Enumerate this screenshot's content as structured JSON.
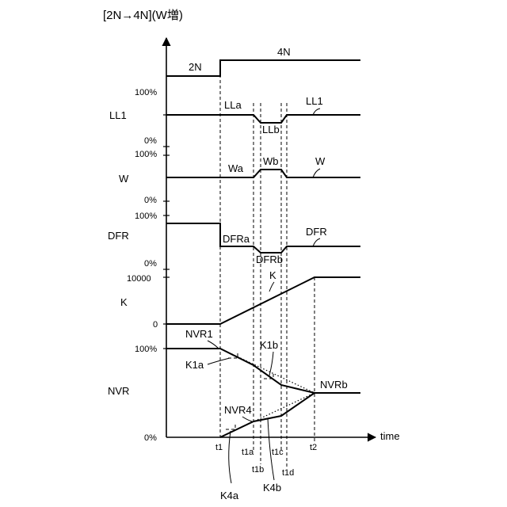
{
  "title": "[2N→4N](W増)",
  "axis": {
    "time_label": "time"
  },
  "modes": {
    "before": "2N",
    "after": "4N"
  },
  "rows": {
    "ll1": {
      "name": "LL1",
      "top_tick": "100%",
      "bottom_tick": "0%",
      "labels": {
        "a": "LLa",
        "b": "LLb",
        "curve": "LL1"
      }
    },
    "w": {
      "name": "W",
      "top_tick": "100%",
      "bottom_tick": "0%",
      "labels": {
        "a": "Wa",
        "b": "Wb",
        "curve": "W"
      }
    },
    "dfr": {
      "name": "DFR",
      "top_tick": "100%",
      "bottom_tick": "0%",
      "labels": {
        "a": "DFRa",
        "b": "DFRb",
        "curve": "DFR"
      }
    },
    "k": {
      "name": "K",
      "top_tick": "10000",
      "bottom_tick": "0",
      "labels": {
        "curve": "K"
      }
    },
    "nvr": {
      "name": "NVR",
      "top_tick": "100%",
      "bottom_tick": "0%",
      "labels": {
        "nvr1": "NVR1",
        "k1a": "K1a",
        "k1b": "K1b",
        "nvrb": "NVRb",
        "nvr4": "NVR4",
        "k4a": "K4a",
        "k4b": "K4b"
      }
    }
  },
  "time_points": {
    "t1": "t1",
    "t1a": "t1a",
    "t1b": "t1b",
    "t1c": "t1c",
    "t1d": "t1d",
    "t2": "t2"
  }
}
